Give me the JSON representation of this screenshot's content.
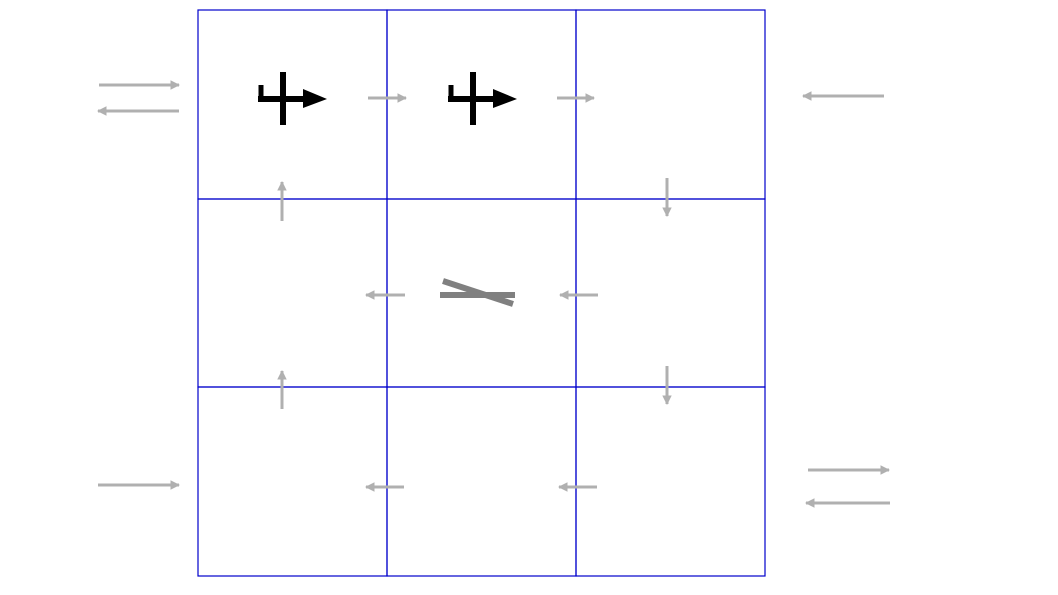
{
  "board": {
    "rows": 3,
    "cols": 3,
    "grid_color": "#0000cc",
    "background": "#ffffff"
  },
  "colors": {
    "flow_arrow": "#b0b0b0",
    "piece": "#000000",
    "piece_faded": "#808080"
  },
  "pieces": [
    {
      "name": "cross-arrow-piece",
      "icon": "cross-arrow-right-icon",
      "row": 0,
      "col": 0,
      "color": "#000000"
    },
    {
      "name": "cross-arrow-piece",
      "icon": "cross-arrow-right-icon",
      "row": 0,
      "col": 1,
      "color": "#000000"
    },
    {
      "name": "crossed-track-piece",
      "icon": "crossed-track-icon",
      "row": 1,
      "col": 1,
      "color": "#808080"
    }
  ],
  "flow_arrows": [
    {
      "name": "outside-arrow-in-right",
      "direction": "right"
    },
    {
      "name": "outside-arrow-out-left",
      "direction": "left"
    },
    {
      "name": "outside-arrow-in-left",
      "direction": "left"
    },
    {
      "name": "outside-arrow-in-right-bottom",
      "direction": "right"
    },
    {
      "name": "outside-arrow-right-lower",
      "direction": "right"
    },
    {
      "name": "outside-arrow-left-lower",
      "direction": "left"
    }
  ]
}
